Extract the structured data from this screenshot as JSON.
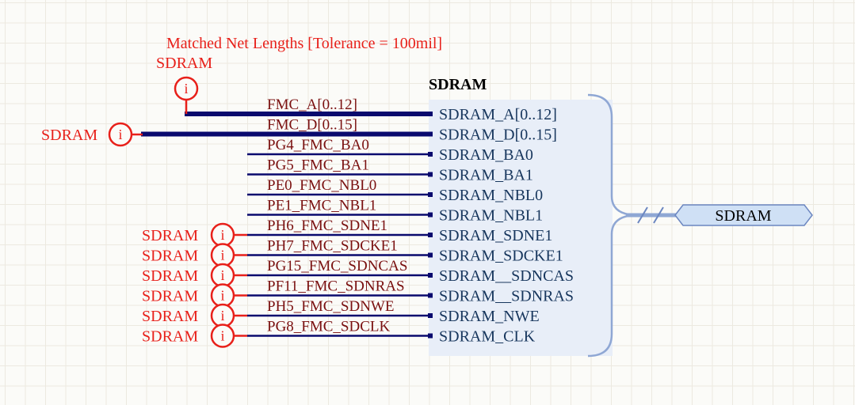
{
  "directive": {
    "label": "Matched Net Lengths [Tolerance = 100mil]",
    "class_name": "SDRAM"
  },
  "sheet_symbol": {
    "title": "SDRAM",
    "pins": [
      "SDRAM_A[0..12]",
      "SDRAM_D[0..15]",
      "SDRAM_BA0",
      "SDRAM_BA1",
      "SDRAM_NBL0",
      "SDRAM_NBL1",
      "SDRAM_SDNE1",
      "SDRAM_SDCKE1",
      "SDRAM__SDNCAS",
      "SDRAM__SDNRAS",
      "SDRAM_NWE",
      "SDRAM_CLK"
    ]
  },
  "nets": [
    "FMC_A[0..12]",
    "FMC_D[0..15]",
    "PG4_FMC_BA0",
    "PG5_FMC_BA1",
    "PE0_FMC_NBL0",
    "PE1_FMC_NBL1",
    "PH6_FMC_SDNE1",
    "PH7_FMC_SDCKE1",
    "PG15_FMC_SDNCAS",
    "PF11_FMC_SDNRAS",
    "PH5_FMC_SDNWE",
    "PG8_FMC_SDCLK"
  ],
  "net_class_markers": [
    {
      "label": "SDRAM",
      "glyph": "i"
    },
    {
      "label": "SDRAM",
      "glyph": "i"
    },
    {
      "label": "SDRAM",
      "glyph": "i"
    },
    {
      "label": "SDRAM",
      "glyph": "i"
    },
    {
      "label": "SDRAM",
      "glyph": "i"
    },
    {
      "label": "SDRAM",
      "glyph": "i"
    },
    {
      "label": "SDRAM",
      "glyph": "i"
    },
    {
      "label": "SDRAM",
      "glyph": "i"
    }
  ],
  "port": {
    "label": "SDRAM"
  },
  "colors": {
    "wire": "#0a0a6e",
    "directive": "#e8201a",
    "net_label": "#7a1010",
    "pin_text": "#17365d",
    "sheet_fill": "#e8eef8",
    "bracket": "#8fa7d4",
    "port_fill": "#cfe0f5"
  }
}
